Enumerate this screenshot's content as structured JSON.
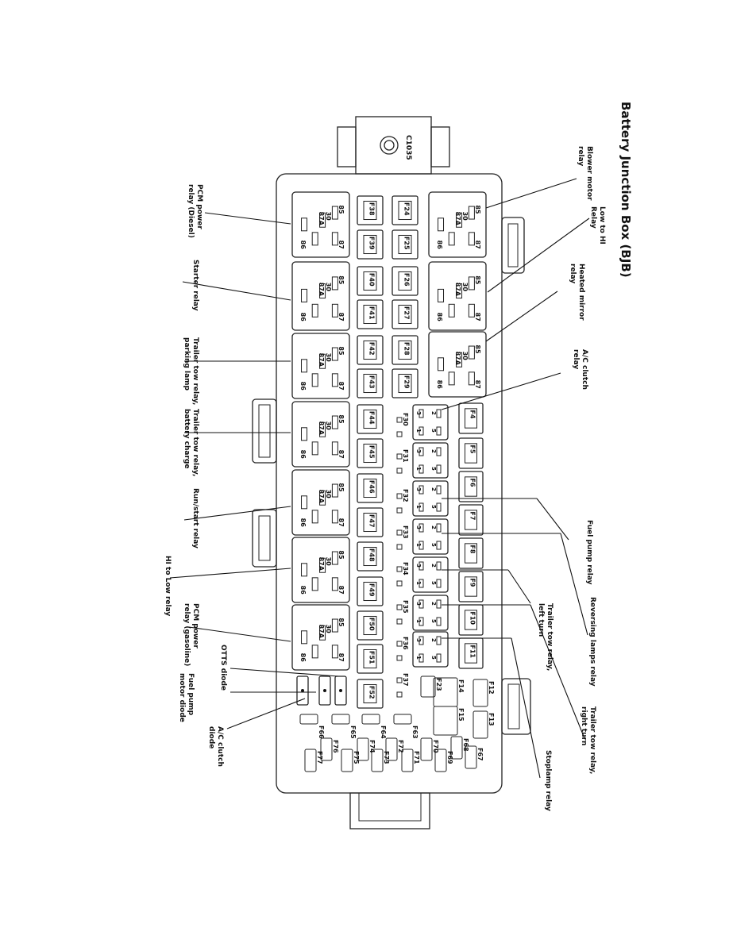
{
  "title": "Battery Junction Box (BJB)",
  "connector": "C1035",
  "relay_pins": {
    "p30": "30",
    "p85": "85",
    "p86": "86",
    "p87": "87",
    "p87a": "87A"
  },
  "mini_relay_pins": {
    "a": "3",
    "b": "1",
    "c": "2",
    "d": "5"
  },
  "labels": {
    "pcm_diesel": [
      "PCM power",
      "relay (Diesel)"
    ],
    "starter": [
      "Starter relay"
    ],
    "trailer_park": [
      "Trailer tow relay,",
      "parking lamp"
    ],
    "trailer_batt": [
      "Trailer tow relay,",
      "battery charge"
    ],
    "run_start": [
      "Run/start relay"
    ],
    "hi_low": [
      "HI to Low relay"
    ],
    "pcm_gas": [
      "PCM power",
      "relay (gasoline)"
    ],
    "otts": [
      "OTTS diode"
    ],
    "fuel_diode": [
      "Fuel pump",
      "motor diode"
    ],
    "ac_diode": [
      "A/C clutch",
      "diode"
    ],
    "blower": [
      "Blower motor",
      "relay"
    ],
    "low_hi": [
      "Low to HI",
      "Relay"
    ],
    "heated": [
      "Heated mirror",
      "relay"
    ],
    "ac_relay": [
      "A/C clutch",
      "relay"
    ],
    "fuel_relay": [
      "Fuel pump relay"
    ],
    "reversing": [
      "Reversing lamps relay"
    ],
    "trailer_left": [
      "Trailer tow relay,",
      "left turn"
    ],
    "trailer_right": [
      "Trailer tow relay,",
      "right turn"
    ],
    "stoplamp": [
      "Stoplamp relay"
    ]
  },
  "fuses": {
    "left_col": [
      "F38",
      "F39",
      "F40",
      "F41",
      "F42",
      "F43",
      "F44",
      "F45",
      "F46",
      "F47",
      "F48",
      "F49",
      "F50",
      "F51",
      "F52"
    ],
    "mid_col": [
      "F24",
      "F25",
      "F26",
      "F27",
      "F28",
      "F29"
    ],
    "small_col": [
      "F30",
      "F31",
      "F32",
      "F33",
      "F34",
      "F35",
      "F36",
      "F37"
    ],
    "right_col": [
      "F4",
      "F5",
      "F6",
      "F7",
      "F8",
      "F9",
      "F10",
      "F11"
    ],
    "bottom": [
      "F12",
      "F13",
      "F14",
      "F15",
      "F23",
      "F63",
      "F64",
      "F65",
      "F66",
      "F67",
      "F68",
      "F69",
      "F70",
      "F71",
      "F72",
      "F73",
      "F74",
      "F75",
      "F76",
      "F77"
    ]
  }
}
